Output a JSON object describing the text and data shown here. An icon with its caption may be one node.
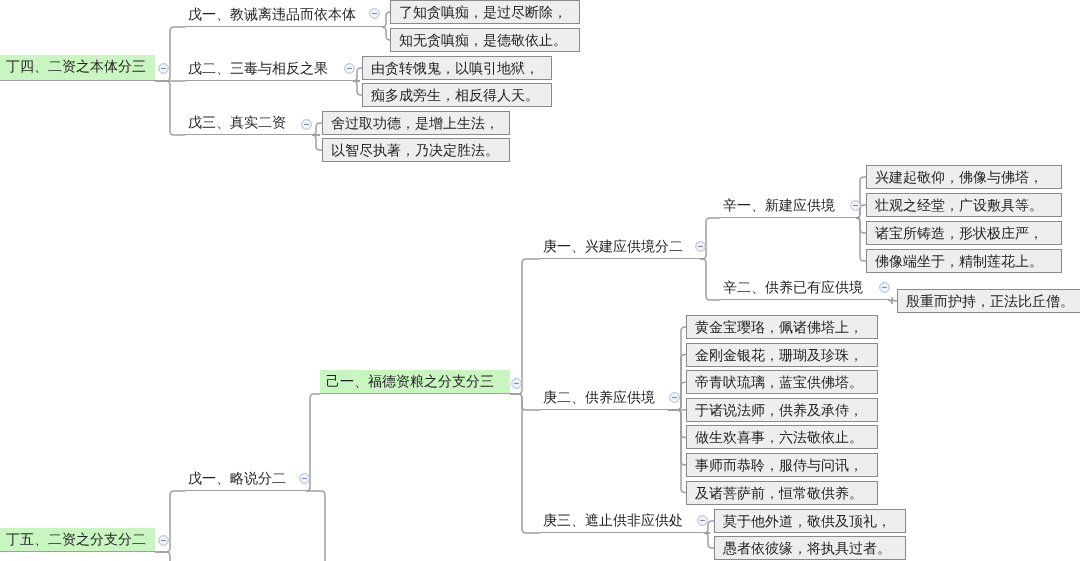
{
  "diagram": {
    "nodes": [
      {
        "text": [
          "丁四、二资之本体分三"
        ]
      },
      {
        "text": [
          "戊一、教诫离违品而依本体"
        ]
      },
      {
        "text": [
          "了知贪嗔痴，是过尽断除，"
        ]
      },
      {
        "text": [
          "知无贪嗔痴，是德敬依止。"
        ]
      },
      {
        "text": [
          "戊二、三毒与相反之果"
        ]
      },
      {
        "text": [
          "由贪转饿鬼，以嗔引地狱，"
        ]
      },
      {
        "text": [
          "痴多成旁生，相反得人天。"
        ]
      },
      {
        "text": [
          "戊三、真实二资"
        ]
      },
      {
        "text": [
          "舍过取功德，是增上生法，"
        ]
      },
      {
        "text": [
          "以智尽执著，乃决定胜法。"
        ]
      },
      {
        "text": [
          "丁五、二资之分支分二"
        ]
      },
      {
        "text": [
          "戊一、略说分二"
        ]
      },
      {
        "text": [
          "己一、福德资粮之分支分三"
        ]
      },
      {
        "text": [
          "庚一、兴建应供境分二"
        ]
      },
      {
        "text": [
          "辛一、新建应供境"
        ]
      },
      {
        "text": [
          "兴建起敬仰，佛像与佛塔，"
        ]
      },
      {
        "text": [
          "壮观之经堂，广设敷具等。"
        ]
      },
      {
        "text": [
          "诸宝所铸造，形状极庄严，"
        ]
      },
      {
        "text": [
          "佛像端坐于，精制莲花上。"
        ]
      },
      {
        "text": [
          "辛二、供养已有应供境"
        ]
      },
      {
        "text": [
          "殷重而护持，正法比丘僧。"
        ]
      },
      {
        "text": [
          "庚二、供养应供境"
        ]
      },
      {
        "text": [
          "黄金宝璎珞，佩诸佛塔上，"
        ]
      },
      {
        "text": [
          "金刚金银花，珊瑚及珍珠，"
        ]
      },
      {
        "text": [
          "帝青吠琉璃，蓝宝供佛塔。"
        ]
      },
      {
        "text": [
          "于诸说法师，供养及承侍，"
        ]
      },
      {
        "text": [
          "做生欢喜事，六法敬依止。"
        ]
      },
      {
        "text": [
          "事师而恭聆，服侍与问讯，"
        ]
      },
      {
        "text": [
          "及诸菩萨前，恒常敬供养。"
        ]
      },
      {
        "text": [
          "庚三、遮止供非应供处"
        ]
      },
      {
        "text": [
          "莫于他外道，敬供及顶礼，"
        ]
      },
      {
        "text": [
          "愚者依彼缘，将执具过者。"
        ]
      }
    ],
    "edges": [
      {
        "from": 0,
        "to": 1,
        "arrow": "none"
      },
      {
        "from": 1,
        "to": 2,
        "arrow": "none"
      },
      {
        "from": 1,
        "to": 3,
        "arrow": "none"
      },
      {
        "from": 0,
        "to": 4,
        "arrow": "none"
      },
      {
        "from": 4,
        "to": 5,
        "arrow": "none"
      },
      {
        "from": 4,
        "to": 6,
        "arrow": "none"
      },
      {
        "from": 0,
        "to": 7,
        "arrow": "none"
      },
      {
        "from": 7,
        "to": 8,
        "arrow": "none"
      },
      {
        "from": 7,
        "to": 9,
        "arrow": "none"
      },
      {
        "from": 10,
        "to": 11,
        "arrow": "none"
      },
      {
        "from": 10,
        "to": null,
        "arrow": "none"
      },
      {
        "from": 11,
        "to": 12,
        "arrow": "none"
      },
      {
        "from": 11,
        "to": null,
        "arrow": "none"
      },
      {
        "from": 12,
        "to": 13,
        "arrow": "none"
      },
      {
        "from": 13,
        "to": 14,
        "arrow": "none"
      },
      {
        "from": 14,
        "to": 15,
        "arrow": "none"
      },
      {
        "from": 14,
        "to": 16,
        "arrow": "none"
      },
      {
        "from": 14,
        "to": 17,
        "arrow": "none"
      },
      {
        "from": 14,
        "to": 18,
        "arrow": "none"
      },
      {
        "from": 13,
        "to": 19,
        "arrow": "none"
      },
      {
        "from": 19,
        "to": 20,
        "arrow": "none"
      },
      {
        "from": 12,
        "to": 21,
        "arrow": "none"
      },
      {
        "from": 21,
        "to": 22,
        "arrow": "none"
      },
      {
        "from": 21,
        "to": 23,
        "arrow": "none"
      },
      {
        "from": 21,
        "to": 24,
        "arrow": "none"
      },
      {
        "from": 21,
        "to": 25,
        "arrow": "none"
      },
      {
        "from": 21,
        "to": 26,
        "arrow": "none"
      },
      {
        "from": 21,
        "to": 27,
        "arrow": "none"
      },
      {
        "from": 21,
        "to": 28,
        "arrow": "none"
      },
      {
        "from": 12,
        "to": 29,
        "arrow": "none"
      },
      {
        "from": 29,
        "to": 30,
        "arrow": "none"
      },
      {
        "from": 29,
        "to": 31,
        "arrow": "none"
      }
    ]
  }
}
